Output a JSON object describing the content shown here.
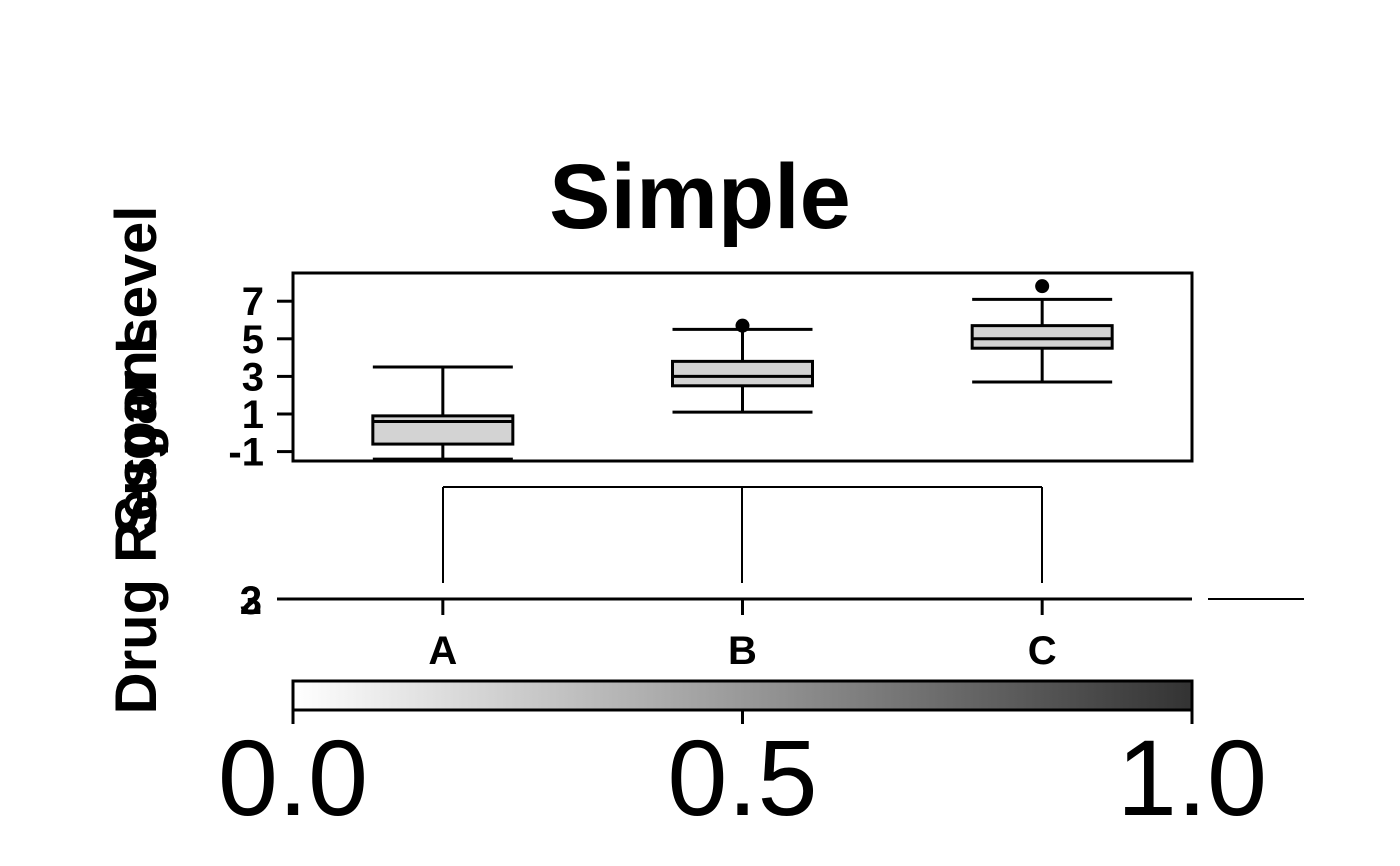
{
  "chart_data": {
    "type": "boxplot",
    "title": "Simple",
    "ylabel_overlap": [
      "Sugar Level",
      "Drug Response"
    ],
    "yticks": [
      "-1",
      "1",
      "3",
      "5",
      "7"
    ],
    "ylim": [
      -1.5,
      8.5
    ],
    "categories": [
      "A",
      "B",
      "C"
    ],
    "boxes": [
      {
        "category": "A",
        "whisker_low": -1.4,
        "q1": -0.6,
        "median": 0.6,
        "q3": 0.9,
        "whisker_high": 3.5,
        "outliers": []
      },
      {
        "category": "B",
        "whisker_low": 1.1,
        "q1": 2.5,
        "median": 3.0,
        "q3": 3.8,
        "whisker_high": 5.5,
        "outliers": [
          5.7
        ]
      },
      {
        "category": "C",
        "whisker_low": 2.7,
        "q1": 4.5,
        "median": 5.0,
        "q3": 5.7,
        "whisker_high": 7.1,
        "outliers": [
          7.8
        ]
      }
    ],
    "box_fill": "#d3d3d3",
    "lower_panel_ticks": [
      "3",
      "2"
    ],
    "colorbar": {
      "ticks": [
        "0.0",
        "0.5",
        "1.0"
      ],
      "range": [
        0,
        1
      ],
      "color_low": "#ffffff",
      "color_high": "#333333"
    }
  }
}
